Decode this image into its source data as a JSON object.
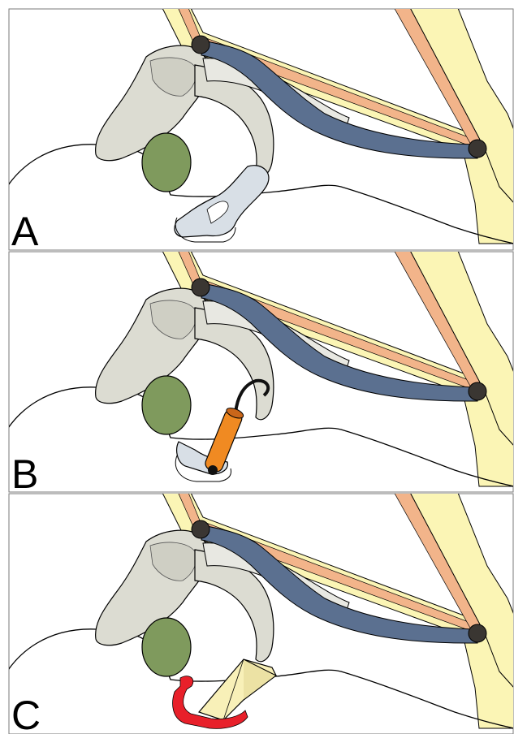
{
  "panels": [
    {
      "label": "A",
      "implant": "none"
    },
    {
      "label": "B",
      "implant": "orange-piston-prosthesis"
    },
    {
      "label": "C",
      "implant": "cartilage-strut-graft"
    }
  ],
  "colors": {
    "background": "#ffffff",
    "panel_border": "#7a7a7a",
    "outline": "#000000",
    "canal_wall": "#fbf5b5",
    "canal_skin": "#f2b48a",
    "tympanic_membrane": "#5b7090",
    "ossicles": "#dcdcd2",
    "ossicle_light": "#e8e8e2",
    "facial_nerve": "#7f9a5d",
    "joint": "#3a3632",
    "stapes": "#d8dfe6",
    "prosthesis": "#f08a22",
    "prosthesis_wire": "#111111",
    "cartilage_graft": "#f8f0b8",
    "graft_backing": "#e8202a"
  },
  "icons": {
    "ossicle_joint": "dark-circle",
    "facial_nerve": "green-circle"
  }
}
